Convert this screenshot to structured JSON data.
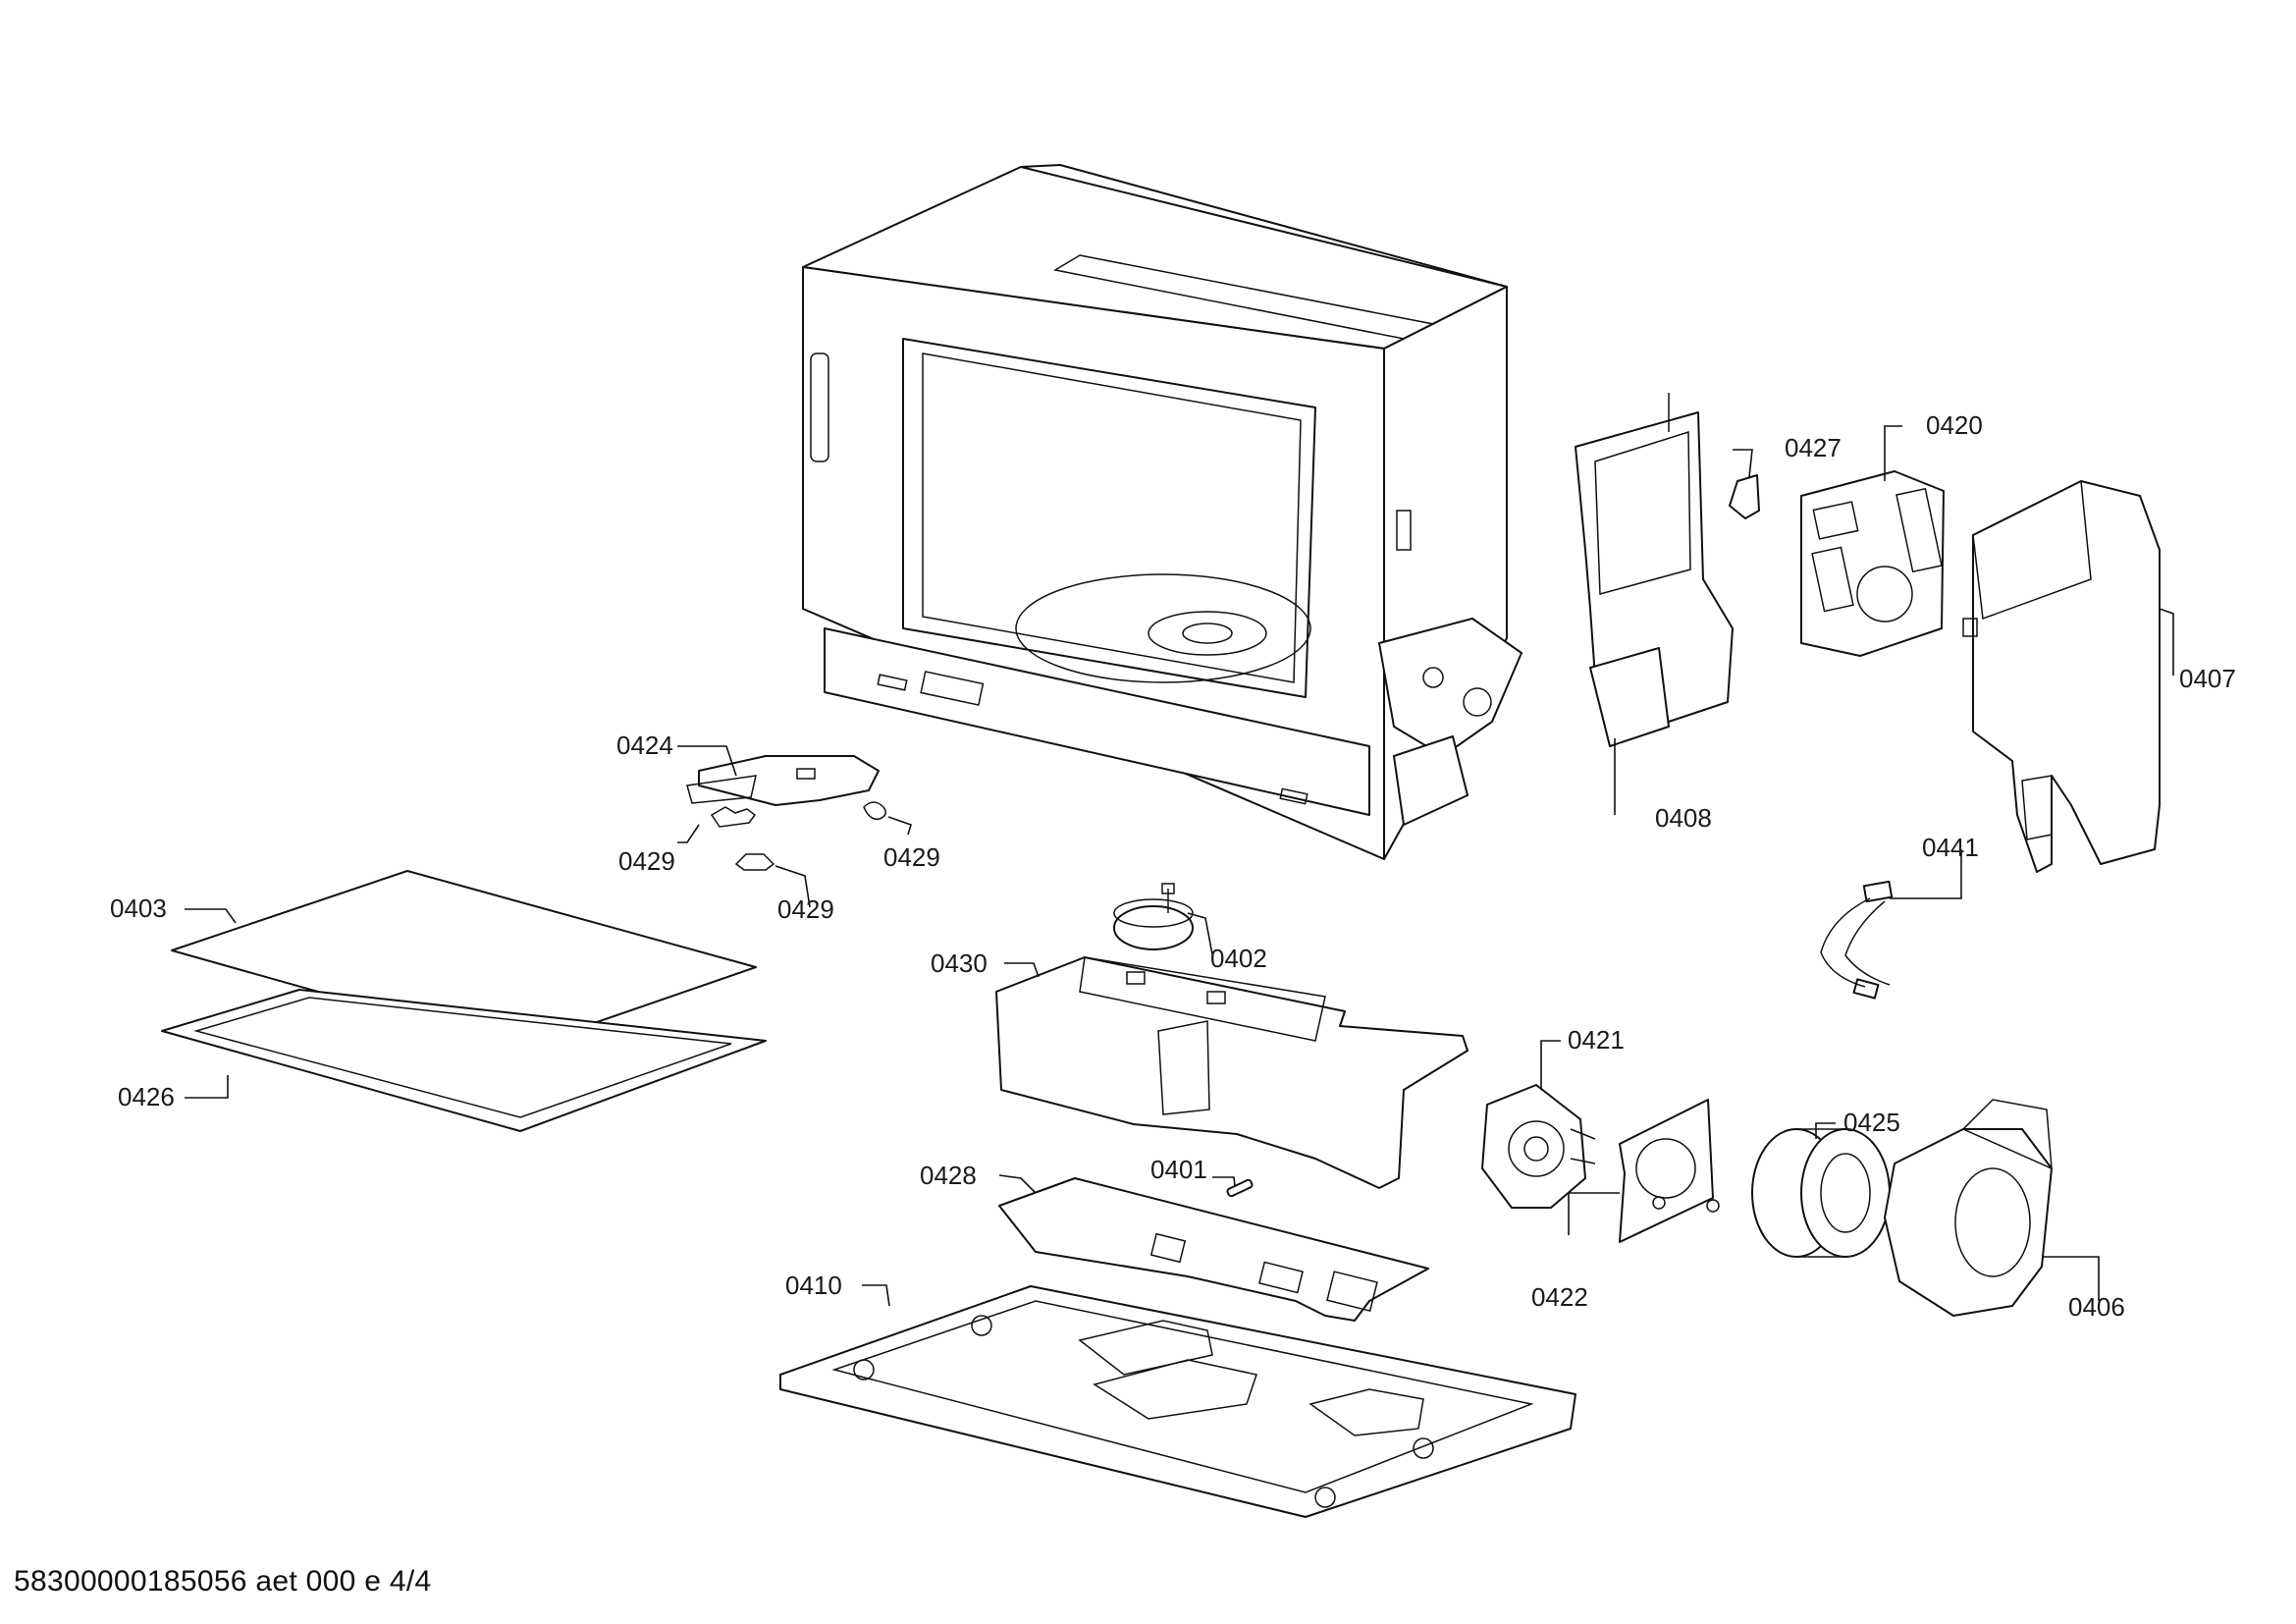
{
  "callouts": {
    "c0402": "0402",
    "c0403": "0403",
    "c0406": "0406",
    "c0407": "0407",
    "c0408": "0408",
    "c0410": "0410",
    "c0401": "0401",
    "c0420": "0420",
    "c0421": "0421",
    "c0422": "0422",
    "c0424": "0424",
    "c0425": "0425",
    "c0426": "0426",
    "c0427": "0427",
    "c0428": "0428",
    "c0429a": "0429",
    "c0429b": "0429",
    "c0429c": "0429",
    "c0430": "0430",
    "c0441": "0441"
  },
  "footer": {
    "document_id": "58300000185056 aet 000 e 4/4"
  }
}
